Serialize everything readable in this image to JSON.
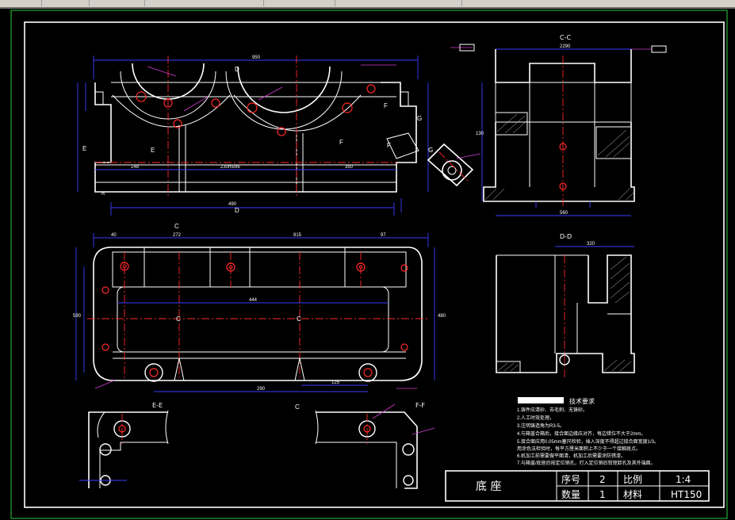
{
  "section_labels": {
    "cc": "C-C",
    "dd": "D-D",
    "ee": "E-E",
    "ff": "F-F",
    "g_view": "G",
    "label_c": "C",
    "label_d": "D",
    "label_e": "E",
    "label_f": "F",
    "label_r": "R"
  },
  "dimensions": {
    "front_overall": "950",
    "front_left": "148",
    "front_center": "230h5/k6",
    "front_right": "350",
    "front_bottom": "490",
    "plan_272": "272",
    "plan_815": "815",
    "plan_97": "97",
    "plan_40": "40",
    "plan_width": "480",
    "plan_height": "590",
    "plan_44": "444",
    "plan_inner": "290",
    "plan_125": "125",
    "cc_top": "2290",
    "cc_left": "130",
    "cc_bottom": "560",
    "dd_top": "320"
  },
  "technical_requirements": {
    "heading": "技术要求",
    "items": [
      "1.铸件应清砂、去毛刺、无铸砂。",
      "2.人工时效处理。",
      "3.注明铸造角为R3-5。",
      "4.与箱盖合箱后，接合面边缘应对齐，每边错位不大于2mm。",
      "5.接合面应用0.05mm塞尺检验，插入深度不得超过接合面宽度1/3。",
      "  用涂色法检验时，每平方厘米面积上不少于一个接触斑点。",
      "6.机加工前需要做平面清，机加工后需要涂防锈漆。",
      "7.与箱盖/底座后按定位销孔，打入定位销后钳镗卸孔及其外端面。"
    ]
  },
  "title_block": {
    "part_name": "底        座",
    "seq_label": "序号",
    "seq_value": "2",
    "scale_label": "比例",
    "scale_value": "1:4",
    "qty_label": "数量",
    "qty_value": "1",
    "material_label": "材料",
    "material_value": "HT150"
  },
  "colors": {
    "background": "#000000",
    "outline": "#ffffff",
    "dimension": "#3d3dff",
    "centerline": "#ff2a2a",
    "leader": "#d23cd2",
    "frame": "#2ecc40"
  }
}
